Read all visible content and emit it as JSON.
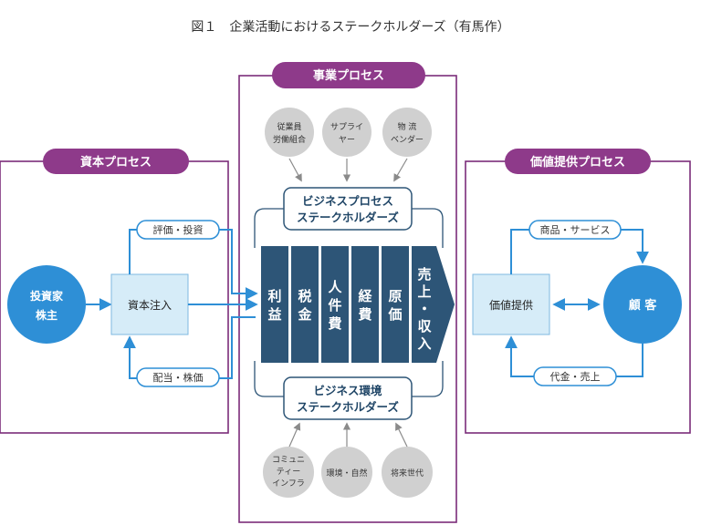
{
  "title": "図１　企業活動におけるステークホルダーズ（有馬作）",
  "sections": {
    "capital": "資本プロセス",
    "business": "事業プロセス",
    "value": "価値提供プロセス"
  },
  "capital": {
    "investor_line1": "投資家",
    "investor_line2": "株主",
    "injection": "資本注入",
    "evaluation": "評価・投資",
    "dividend": "配当・株価"
  },
  "business": {
    "top_circles": [
      {
        "line1": "従業員",
        "line2": "労働組合"
      },
      {
        "line1": "サプライ",
        "line2": "ヤー"
      },
      {
        "line1": "物 流",
        "line2": "ベンダー"
      }
    ],
    "process_stakeholders_line1": "ビジネスプロセス",
    "process_stakeholders_line2": "ステークホルダーズ",
    "env_stakeholders_line1": "ビジネス環境",
    "env_stakeholders_line2": "ステークホルダーズ",
    "bottom_circles": [
      {
        "line1": "コミュニ",
        "line2": "ティー",
        "line3": "インフラ"
      },
      {
        "line1": "環境・自然"
      },
      {
        "line1": "将来世代"
      }
    ],
    "columns": [
      "利益",
      "税金",
      "人件費",
      "経費",
      "原価",
      "売上・収入"
    ]
  },
  "value": {
    "provision": "価値提供",
    "customer": "顧 客",
    "goods": "商品・サービス",
    "payment": "代金・売上"
  },
  "colors": {
    "section_frame": "#7b2c7a",
    "section_tab": "#8e3a8a",
    "blue_arrow": "#2e8fd6",
    "customer_circle": "#2e8fd6",
    "navy_block": "#2d5577",
    "light_box": "#d6ecf8",
    "gray_circle": "#d0d0d0"
  }
}
